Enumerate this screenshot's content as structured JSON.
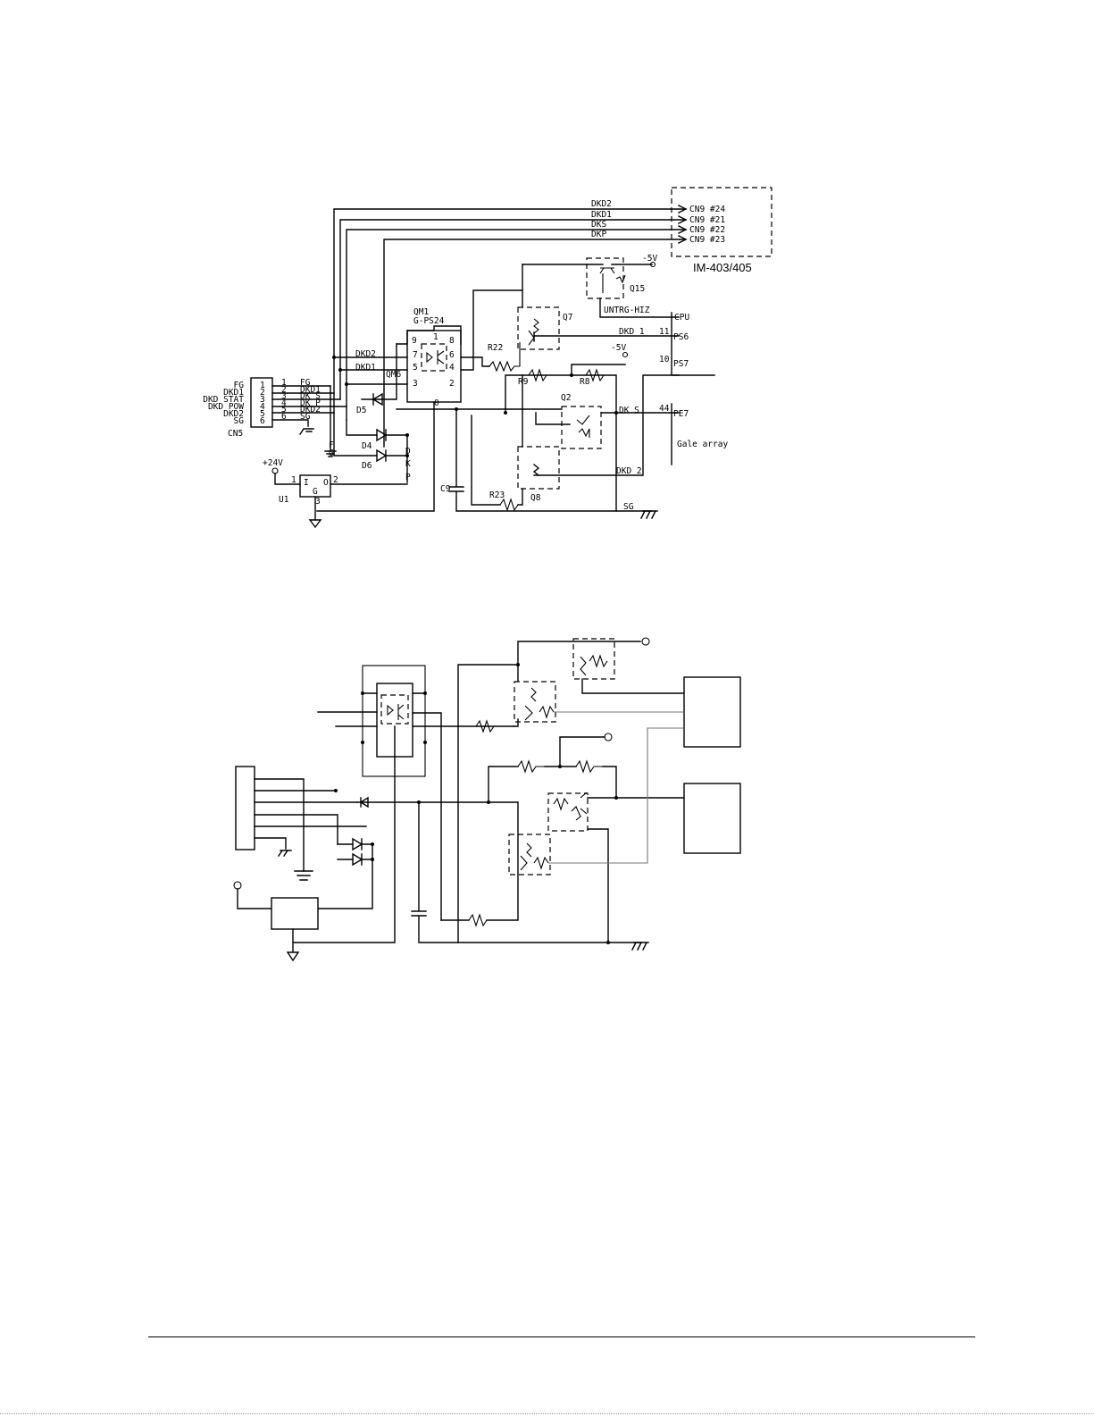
{
  "top_schematic": {
    "signals": {
      "dkd2": "DKD2",
      "dkd1": "DKD1",
      "dks": "DKS",
      "dkp": "DKP"
    },
    "cn9_pins": [
      "CN9 #24",
      "CN9 #21",
      "CN9 #22",
      "CN9 #23"
    ],
    "im_label": "IM-403/405",
    "cn5": {
      "label": "CN5",
      "left_labels": [
        "FG",
        "DKD1",
        "DKD STAT",
        "DKD POW",
        "DKD2",
        "SG"
      ],
      "pin_numbers": [
        "1",
        "2",
        "3",
        "4",
        "5",
        "6"
      ],
      "right_labels": [
        "FG",
        "DKD1",
        "DK S",
        "DK P",
        "DKD2",
        "SG"
      ]
    },
    "qm1": {
      "ref": "QM1",
      "part": "G-PS24"
    },
    "qm1_pins": [
      "9",
      "1",
      "8",
      "7",
      "6",
      "5",
      "4",
      "3",
      "2",
      "0"
    ],
    "qm6": "QM6",
    "qm1_in_labels": [
      "DKD2",
      "DKD1"
    ],
    "components": {
      "q15": "Q15",
      "q7": "Q7",
      "q2": "Q2",
      "q8": "Q8",
      "r22": "R22",
      "r9": "R9",
      "r8": "R8",
      "r23": "R23",
      "c9": "C9",
      "d4": "D4",
      "d5": "D5",
      "d6": "D6",
      "u1": "U1"
    },
    "supplies": {
      "neg5v_top": "-5V",
      "neg5v_mid": "-5V",
      "p24v": "+24V"
    },
    "u1_pins": [
      "I",
      "O",
      "G",
      "1",
      "2",
      "3"
    ],
    "fg_vertical": [
      "F",
      "G"
    ],
    "dkp_vertical": [
      "D",
      "K",
      "P"
    ],
    "untrg": "UNTRG-HIZ",
    "cpu_label": "CPU",
    "cpu_ports": [
      {
        "pin": "11",
        "port": "PS6",
        "net": "DKD 1"
      },
      {
        "pin": "10",
        "port": "PS7",
        "net": ""
      },
      {
        "pin": "44",
        "port": "PE7",
        "net": "DK S"
      }
    ],
    "gate_array": "Gale array",
    "dkd2_net": "DKD 2",
    "sg_label": "SG"
  }
}
